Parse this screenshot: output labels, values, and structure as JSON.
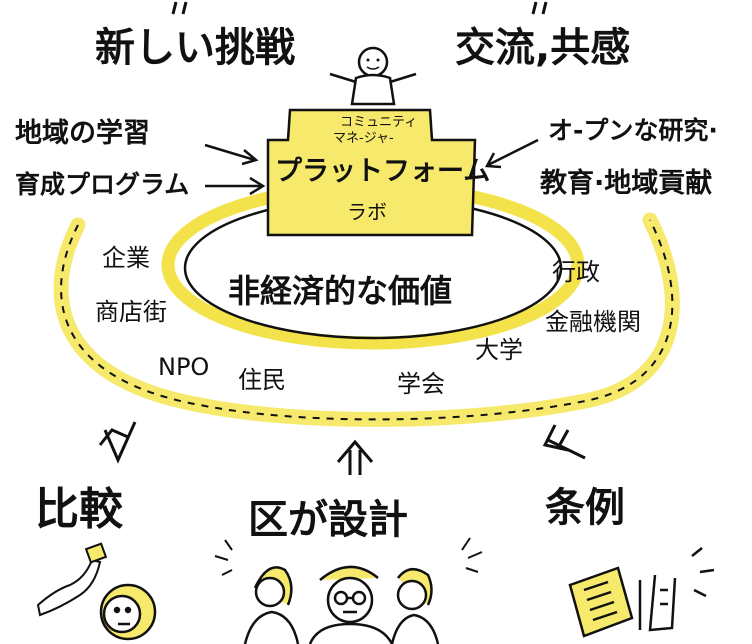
{
  "top": {
    "left_heading": "新しい挑戦",
    "right_heading": "交流,共感"
  },
  "platform": {
    "community_line1": "コミュニティ",
    "community_line2": "マネ-ジャ-",
    "title": "プラットフォーム",
    "sub": "ラボ"
  },
  "inputs": {
    "left_line1": "地域の学習",
    "left_line2": "育成プログラム",
    "right_line1": "オ-プンな研究·",
    "right_line2": "教育·地域貢献"
  },
  "center": {
    "value": "非経済的な価値"
  },
  "stakeholders": {
    "kigyo": "企業",
    "shotengai": "商店街",
    "npo": "NPO",
    "jumin": "住民",
    "gakkai": "学会",
    "daigaku": "大学",
    "gyosei": "行政",
    "kinyu": "金融機関"
  },
  "bottom": {
    "compare": "比較",
    "design": "区が設計",
    "ordinance": "条例"
  },
  "colors": {
    "yellow": "#F6E96B",
    "yellow_deep": "#F3E24A",
    "ink": "#111111"
  }
}
